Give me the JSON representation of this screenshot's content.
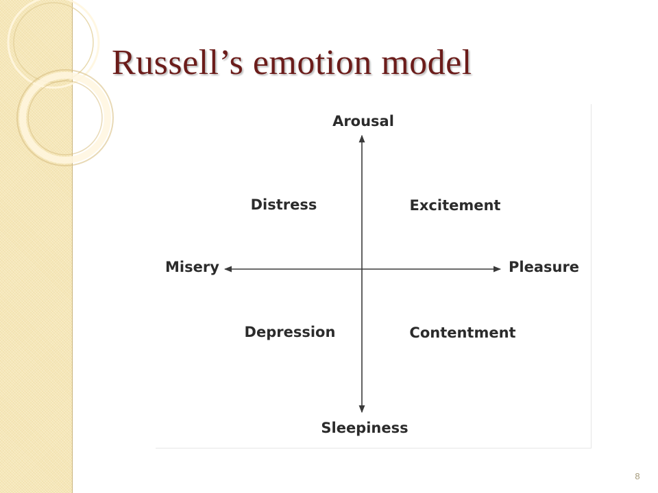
{
  "slide": {
    "title": "Russell’s emotion model",
    "page_number": "8"
  },
  "diagram": {
    "axes": {
      "vertical_top": "Arousal",
      "vertical_bottom": "Sleepiness",
      "horizontal_left": "Misery",
      "horizontal_right": "Pleasure"
    },
    "quadrants": {
      "top_left": "Distress",
      "top_right": "Excitement",
      "bottom_left": "Depression",
      "bottom_right": "Contentment"
    }
  },
  "colors": {
    "title": "#6b1c1a",
    "side_strip": "#f6e7b8",
    "diagram_text": "#2b2b2b",
    "axis_line": "#3a3a3a"
  }
}
